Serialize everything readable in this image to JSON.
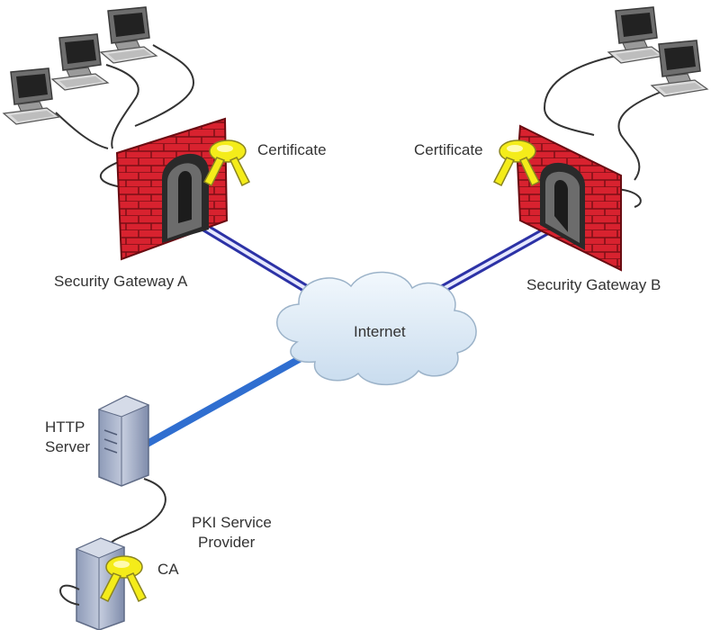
{
  "labels": {
    "certificate_a": "Certificate",
    "certificate_b": "Certificate",
    "gateway_a": "Security Gateway A",
    "gateway_b": "Security Gateway B",
    "internet": "Internet",
    "http_server": [
      "HTTP",
      "Server"
    ],
    "pki_provider": [
      "PKI Service",
      "Provider"
    ],
    "ca": "CA"
  },
  "colors": {
    "firewall_red": "#d8222f",
    "key_yellow": "#f4ec1a",
    "tunnel_blue": "#2c32a6",
    "server_link_blue": "#2f6ed0",
    "cloud": "#dceaf6",
    "server": "#a8b4cc"
  },
  "icons": [
    "computer-icon",
    "firewall-icon",
    "certificate-key-icon",
    "cloud-icon",
    "server-icon"
  ]
}
